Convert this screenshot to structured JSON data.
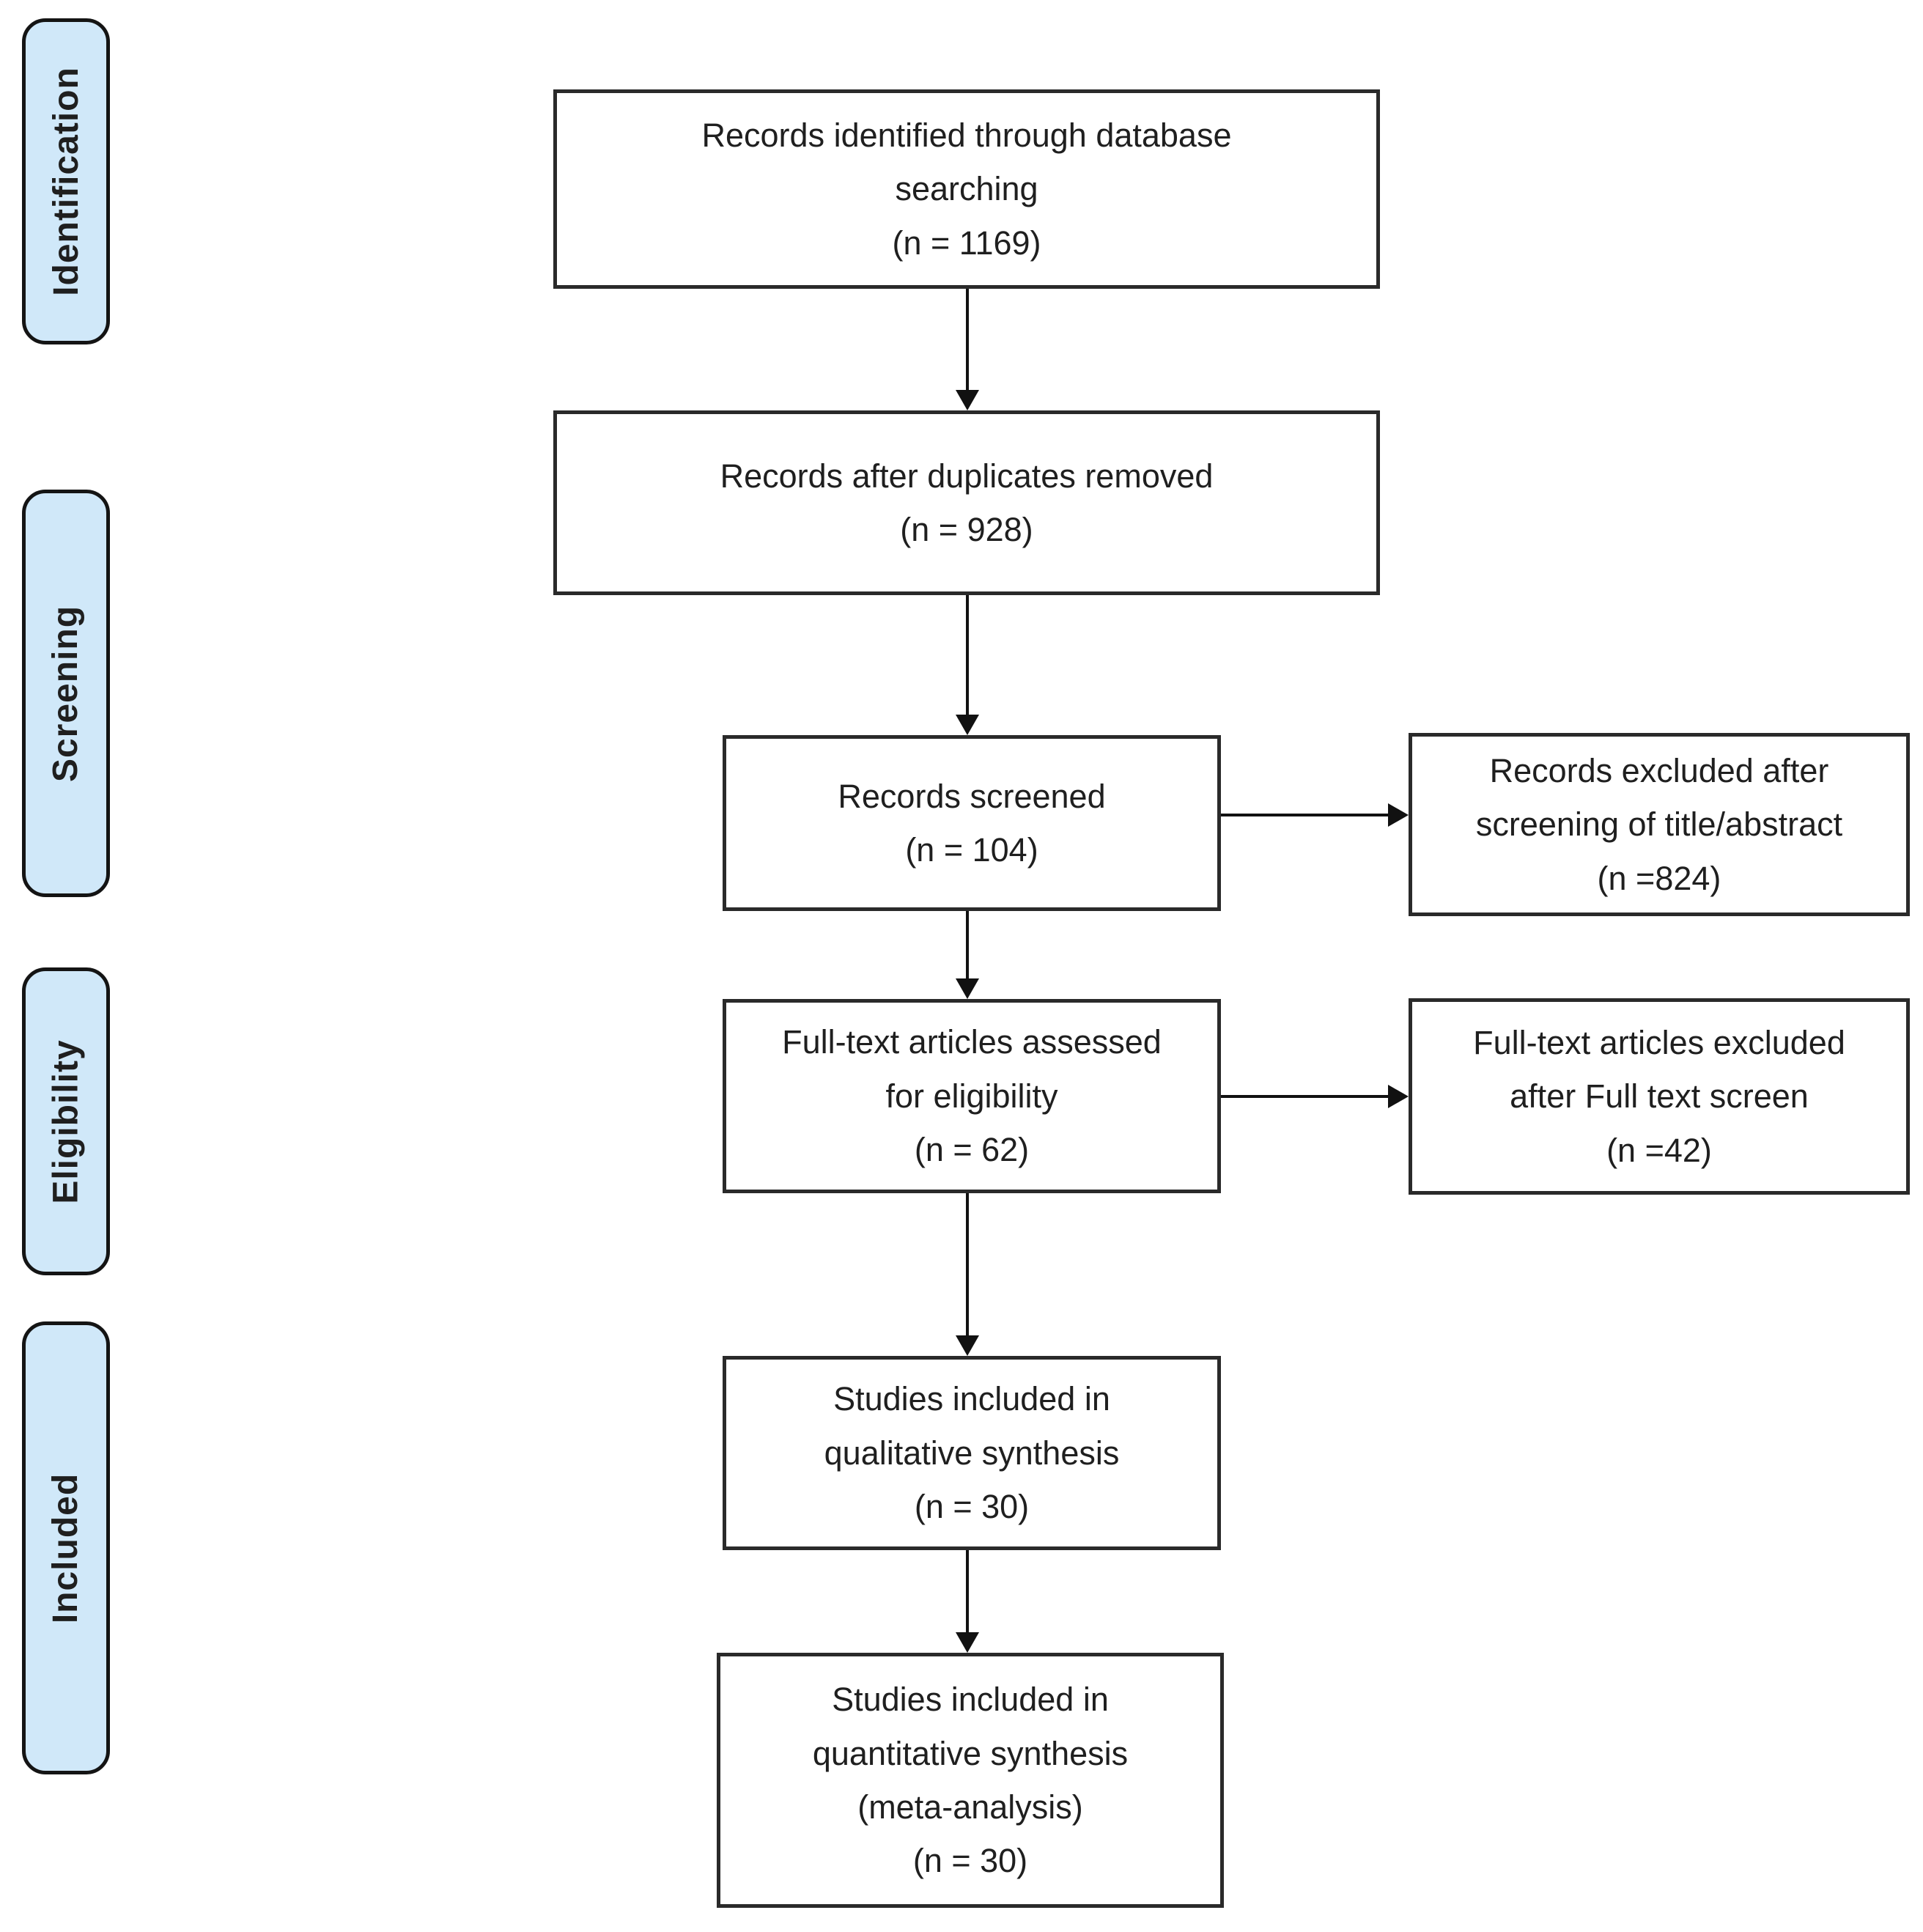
{
  "diagram": {
    "type": "flowchart",
    "stages": [
      {
        "id": "identification",
        "label": "Identification"
      },
      {
        "id": "screening",
        "label": "Screening"
      },
      {
        "id": "eligibility",
        "label": "Eligibility"
      },
      {
        "id": "included",
        "label": "Included"
      }
    ],
    "flow": [
      {
        "id": "records-identified",
        "n": 1169,
        "lines": [
          "Records identified through database",
          "searching",
          "(n =  1169)"
        ]
      },
      {
        "id": "records-after-duplicates",
        "n": 928,
        "lines": [
          "Records after duplicates removed",
          "(n = 928)"
        ]
      },
      {
        "id": "records-screened",
        "n": 104,
        "lines": [
          "Records screened",
          "(n = 104)"
        ]
      },
      {
        "id": "full-text-assessed",
        "n": 62,
        "lines": [
          "Full-text articles assessed",
          "for eligibility",
          "(n = 62)"
        ]
      },
      {
        "id": "qualitative-synthesis",
        "n": 30,
        "lines": [
          "Studies included in",
          "qualitative synthesis",
          "(n = 30)"
        ]
      },
      {
        "id": "quantitative-synthesis",
        "n": 30,
        "lines": [
          "Studies included in",
          "quantitative synthesis",
          "(meta-analysis)",
          "(n = 30)"
        ]
      }
    ],
    "excluded": [
      {
        "id": "records-excluded",
        "n": 824,
        "lines": [
          "Records excluded after",
          "screening of title/abstract",
          "(n =824)"
        ]
      },
      {
        "id": "full-text-excluded",
        "n": 42,
        "lines": [
          "Full-text articles excluded",
          "after Full text screen",
          "(n =42)"
        ]
      }
    ],
    "colors": {
      "stage_fill": "#d0e8f9",
      "stage_border": "#141414",
      "box_fill": "#ffffff",
      "box_border": "#2a2a2a",
      "text": "#1f1f1f",
      "arrow": "#111111",
      "background": "#ffffff"
    }
  }
}
